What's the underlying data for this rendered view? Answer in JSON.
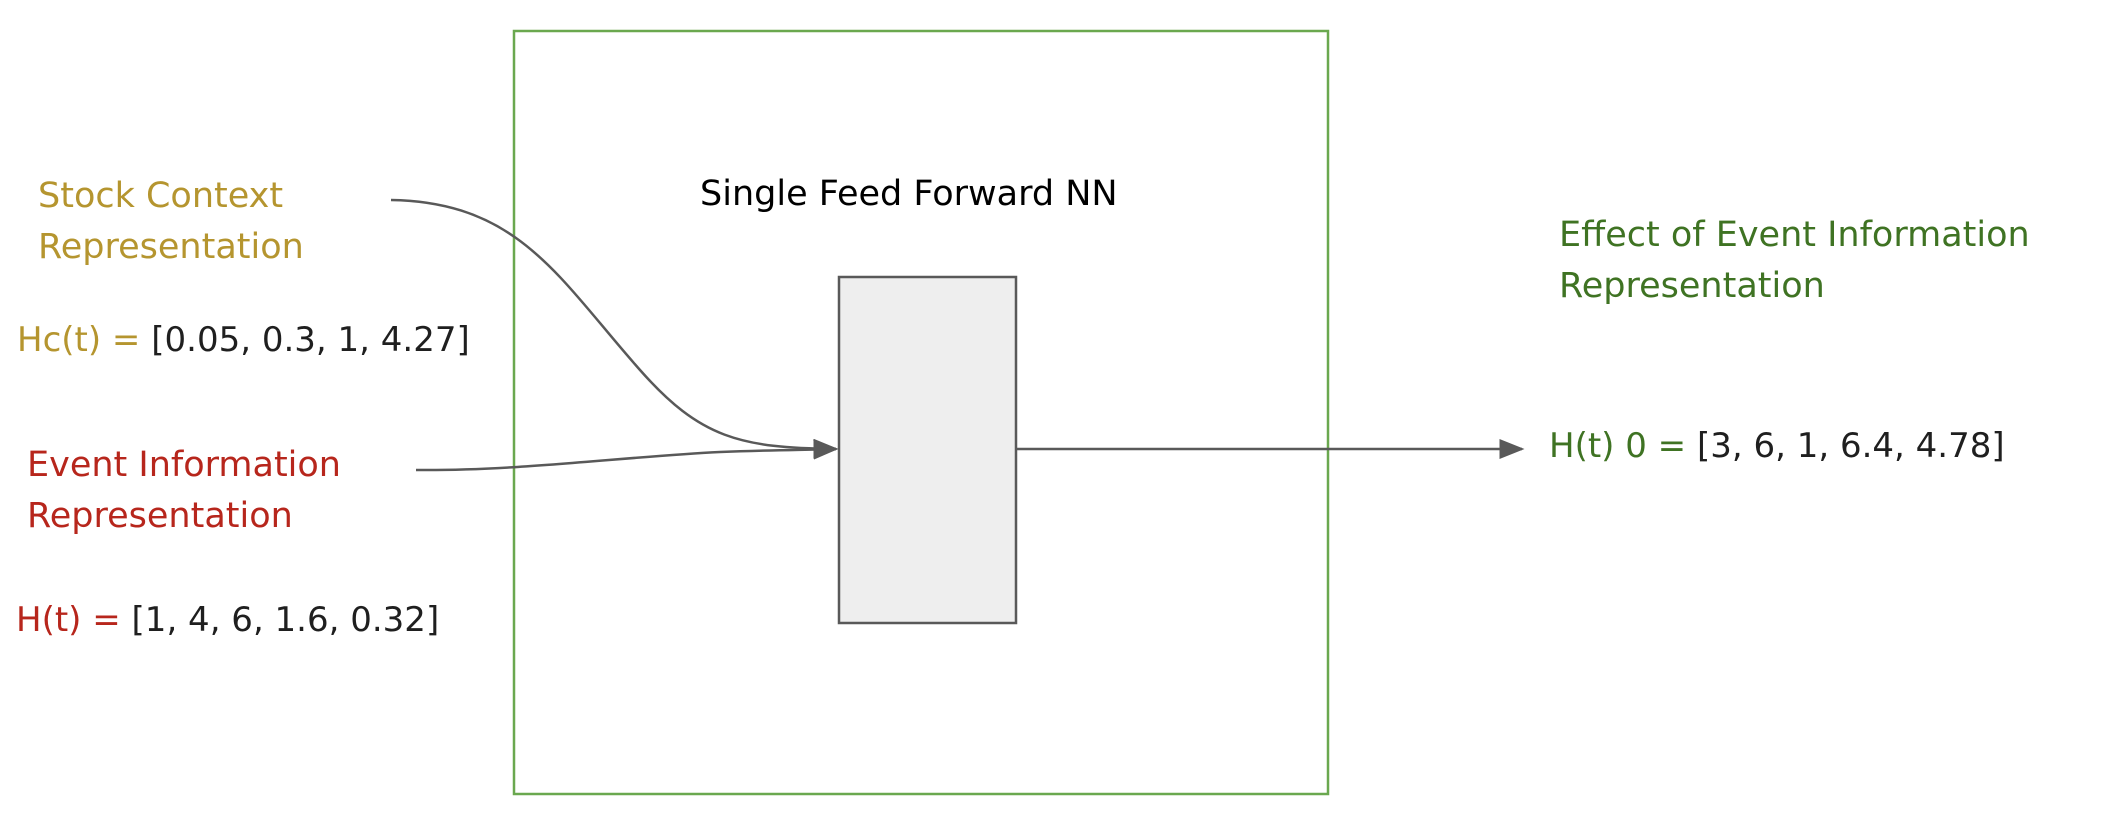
{
  "colors": {
    "frame": "#6aa84f",
    "arrow": "#595959",
    "box_fill": "#eeeeee",
    "box_stroke": "#595959",
    "stock": "#b5952f",
    "event": "#b7261c",
    "effect": "#3f7323",
    "value": "#1f1f1f"
  },
  "nn": {
    "title": "Single Feed Forward NN"
  },
  "stock_context": {
    "label_line1": "Stock Context",
    "label_line2": "Representation",
    "eq_name": "Hc(t) =",
    "eq_value": "[0.05, 0.3, 1, 4.27]"
  },
  "event_info": {
    "label_line1": "Event Information",
    "label_line2": "Representation",
    "eq_name": "H(t) =",
    "eq_value": "[1, 4, 6, 1.6, 0.32]"
  },
  "effect": {
    "label_line1": "Effect of Event Information",
    "label_line2": "Representation",
    "eq_name": "H(t) 0 =",
    "eq_value": "[3, 6, 1, 6.4, 4.78]"
  }
}
